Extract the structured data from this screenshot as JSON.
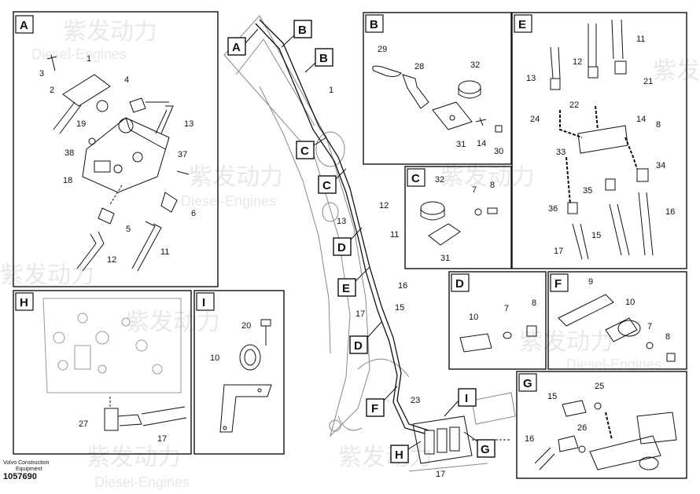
{
  "panels": {
    "A": {
      "title": "A",
      "labels": [
        "1",
        "2",
        "3",
        "4",
        "5",
        "6",
        "11",
        "12",
        "13",
        "18",
        "19",
        "37",
        "38"
      ]
    },
    "B": {
      "title": "B",
      "labels": [
        "28",
        "29",
        "30",
        "31",
        "32",
        "14"
      ]
    },
    "C": {
      "title": "C",
      "labels": [
        "32",
        "7",
        "8",
        "31"
      ]
    },
    "D": {
      "title": "D",
      "labels": [
        "10",
        "7",
        "8"
      ]
    },
    "E": {
      "title": "E",
      "labels": [
        "11",
        "12",
        "13",
        "21",
        "22",
        "24",
        "14",
        "8",
        "33",
        "34",
        "35",
        "36",
        "16",
        "15",
        "17"
      ]
    },
    "F": {
      "title": "F",
      "labels": [
        "9",
        "10",
        "7",
        "8"
      ]
    },
    "G": {
      "title": "G",
      "labels": [
        "15",
        "25",
        "16",
        "26"
      ]
    },
    "H": {
      "title": "H",
      "labels": [
        "27",
        "17"
      ]
    },
    "I": {
      "title": "I",
      "labels": [
        "20",
        "10"
      ]
    }
  },
  "main": {
    "callouts": [
      "A",
      "B",
      "B",
      "C",
      "C",
      "D",
      "E",
      "D",
      "F",
      "I",
      "G",
      "H"
    ],
    "numbers": [
      "1",
      "12",
      "13",
      "11",
      "16",
      "17",
      "15",
      "23",
      "17"
    ]
  },
  "watermark": {
    "brand": "紫发动力",
    "sub": "Diesel-Engines"
  },
  "footer": {
    "line1": "Volvo Construction",
    "line2": "Equipment",
    "part_number": "1057690"
  }
}
